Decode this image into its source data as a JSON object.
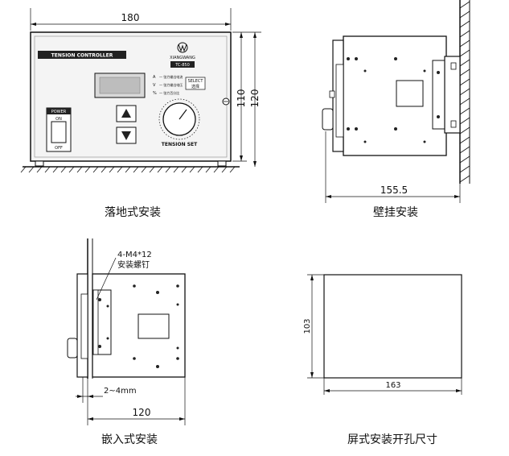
{
  "captions": {
    "floor": "落地式安装",
    "wall": "壁挂安装",
    "embed": "嵌入式安装",
    "cutout": "屏式安装开孔尺寸"
  },
  "dims": {
    "front_width": "180",
    "front_body_height": "110",
    "front_total_height": "120",
    "wall_depth": "155.5",
    "embed_screw_label": "4-M4*12",
    "embed_screw_name": "安装螺钉",
    "embed_gap": "2~4mm",
    "embed_width": "120",
    "cutout_height": "103",
    "cutout_width": "163"
  },
  "panel": {
    "title": "TENSION CONTROLLER",
    "brand": "XIANGWANG",
    "model": "TC-850",
    "power_label": "POWER",
    "power_on": "ON",
    "power_off": "OFF",
    "unit_a": "A",
    "unit_v": "V",
    "unit_pct": "%",
    "line_a": "一 张力输出电流",
    "line_v": "一 张力输出电压",
    "line_pct": "一 张力百分比",
    "select_label": "SELECT",
    "select_sub": "选择",
    "knob_label": "TENSION SET",
    "up_label": "▲",
    "down_label": "▼"
  }
}
